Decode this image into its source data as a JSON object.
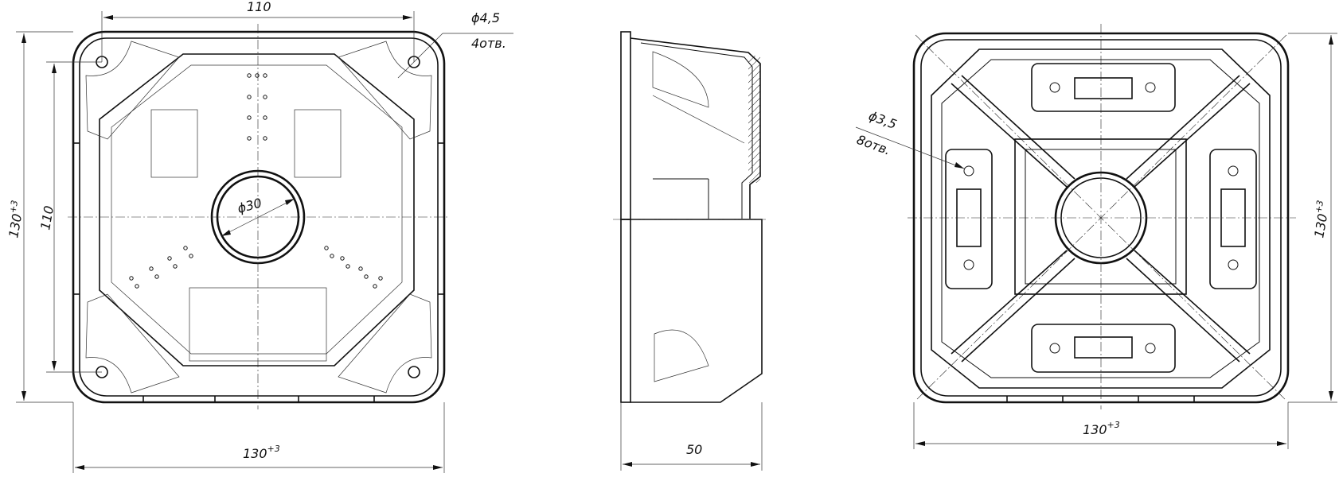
{
  "drawing": {
    "subject": "junction box, three orthographic views",
    "views": [
      {
        "name": "front-view",
        "label": "front"
      },
      {
        "name": "side-section-view",
        "label": "side"
      },
      {
        "name": "rear-view",
        "label": "rear"
      }
    ]
  },
  "front_view": {
    "dim_top": "110",
    "dim_left_outer": "130",
    "dim_left_outer_tol": "+3",
    "dim_left_inner": "110",
    "dim_bottom": "130",
    "dim_bottom_tol": "+3",
    "hole_callout": "ϕ4,5",
    "hole_count": "4отв.",
    "center_hole": "ϕ30"
  },
  "side_view": {
    "dim_bottom": "50"
  },
  "rear_view": {
    "hole_callout": "ϕ3,5",
    "hole_count": "8отв.",
    "dim_right": "130",
    "dim_right_tol": "+3",
    "dim_bottom": "130",
    "dim_bottom_tol": "+3"
  }
}
